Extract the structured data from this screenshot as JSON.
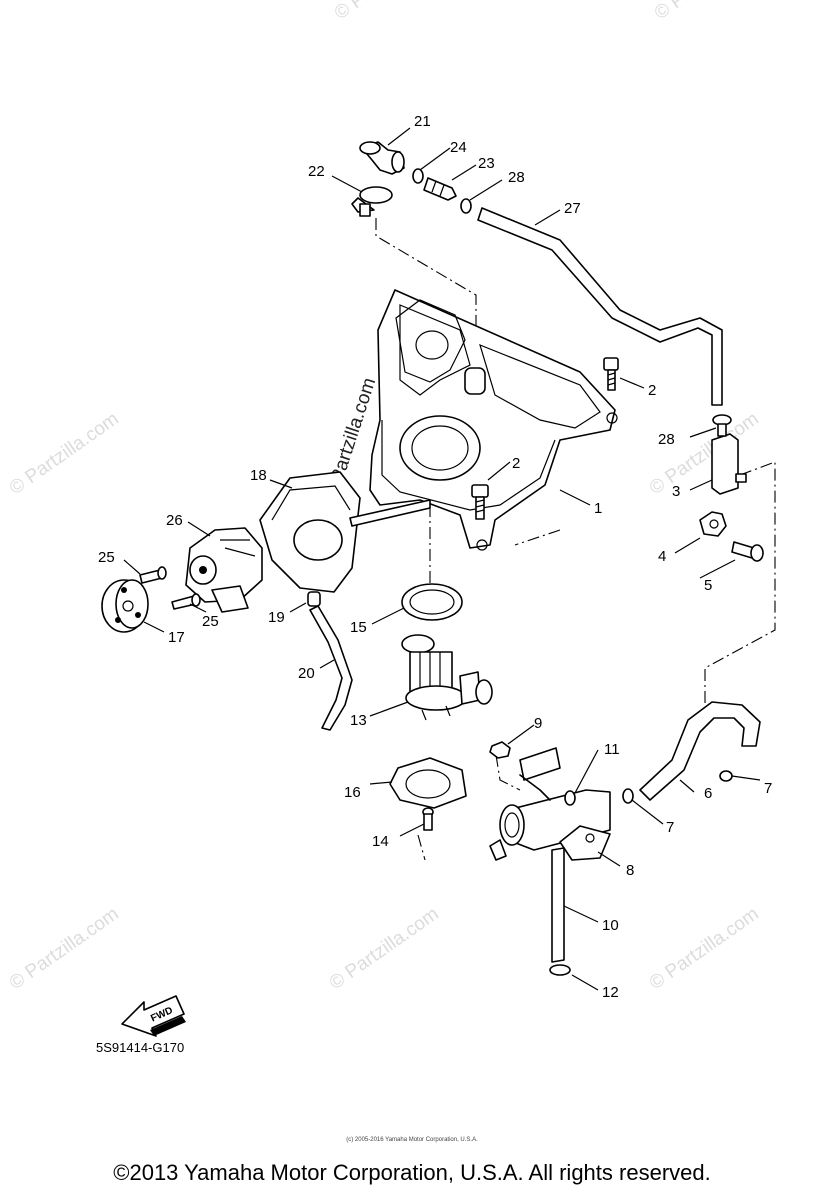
{
  "watermarks": [
    "© Partzilla.com",
    "© Partzilla.com",
    "© Partzilla.com",
    "© Partzilla.com",
    "© Partzilla.com",
    "© Partzilla.com",
    "© Partzilla.com",
    "© Partzilla.com",
    "© Partzilla.com",
    "© Partzilla.com",
    "© Partzilla.com",
    "© Partzilla.com"
  ],
  "tank_watermark": "© Partzilla.com",
  "callouts": [
    "21",
    "22",
    "24",
    "23",
    "28",
    "27",
    "2",
    "28",
    "3",
    "4",
    "5",
    "1",
    "2",
    "18",
    "26",
    "25",
    "25",
    "17",
    "19",
    "15",
    "20",
    "13",
    "9",
    "11",
    "16",
    "6",
    "7",
    "7",
    "8",
    "14",
    "10",
    "12"
  ],
  "fwd_label": "FWD",
  "diagram_code": "5S91414-G170",
  "small_copyright": "(c) 2005-2016 Yamaha Motor Corporation, U.S.A.",
  "copyright": "©2013 Yamaha Motor Corporation, U.S.A. All rights reserved."
}
